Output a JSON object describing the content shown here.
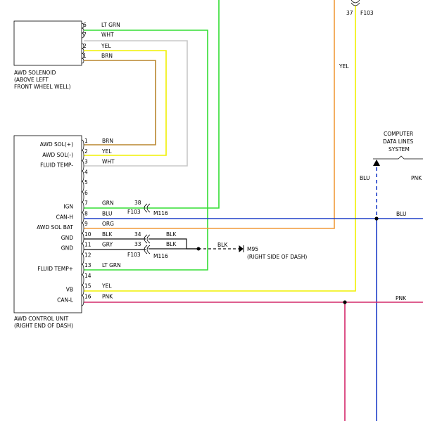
{
  "solenoid": {
    "label_lines": [
      "AWD SOLENOID",
      "(ABOVE LEFT",
      "FRONT WHEEL WELL)"
    ],
    "pins": [
      {
        "pin": "6",
        "wire": "LT GRN"
      },
      {
        "pin": "7",
        "wire": "WHT"
      },
      {
        "pin": "2",
        "wire": "YEL"
      },
      {
        "pin": "1",
        "wire": "BRN"
      }
    ]
  },
  "control_unit": {
    "label_lines": [
      "AWD CONTROL UNIT",
      "(RIGHT END OF DASH)"
    ],
    "terminals": [
      {
        "name": "AWD SOL(+)",
        "pin": "1",
        "wire": "BRN"
      },
      {
        "name": "AWD SOL(-)",
        "pin": "2",
        "wire": "YEL"
      },
      {
        "name": "FLUID TEMP-",
        "pin": "3",
        "wire": "WHT"
      },
      {
        "name": "",
        "pin": "4",
        "wire": ""
      },
      {
        "name": "",
        "pin": "5",
        "wire": ""
      },
      {
        "name": "",
        "pin": "6",
        "wire": ""
      },
      {
        "name": "IGN",
        "pin": "7",
        "wire": "GRN"
      },
      {
        "name": "CAN-H",
        "pin": "8",
        "wire": "BLU"
      },
      {
        "name": "AWD SOL BAT",
        "pin": "9",
        "wire": "ORG"
      },
      {
        "name": "GND",
        "pin": "10",
        "wire": "BLK"
      },
      {
        "name": "GND",
        "pin": "11",
        "wire": "GRY"
      },
      {
        "name": "",
        "pin": "12",
        "wire": ""
      },
      {
        "name": "FLUID TEMP+",
        "pin": "13",
        "wire": "LT GRN"
      },
      {
        "name": "",
        "pin": "14",
        "wire": ""
      },
      {
        "name": "VB",
        "pin": "15",
        "wire": "YEL"
      },
      {
        "name": "CAN-L",
        "pin": "16",
        "wire": "PNK"
      }
    ]
  },
  "connectors": {
    "top_pin": "37",
    "top_conn": "F103",
    "c38_pin": "38",
    "c38_left": "F103",
    "c38_right": "M116",
    "c34_pin": "34",
    "c33_pin": "33",
    "c33_left": "F103",
    "c33_right": "M116",
    "blk_out1": "BLK",
    "blk_out2": "BLK"
  },
  "ground": {
    "wire": "BLK",
    "name": "M95",
    "location": "(RIGHT SIDE OF DASH)"
  },
  "computer_data": {
    "label_lines": [
      "COMPUTER",
      "DATA LINES",
      "SYSTEM"
    ],
    "blu_vertical": "BLU",
    "pnk_top": "PNK",
    "blu_h": "BLU",
    "pnk_h": "PNK"
  },
  "yel_vertical": "YEL",
  "colors": {
    "brn": "#b8862e",
    "yel": "#f0f000",
    "wht": "#c8c8c8",
    "ltgrn": "#33dd33",
    "org": "#f09a3a",
    "blu": "#2040c8",
    "pnk": "#d4286a",
    "blk": "#111111"
  }
}
